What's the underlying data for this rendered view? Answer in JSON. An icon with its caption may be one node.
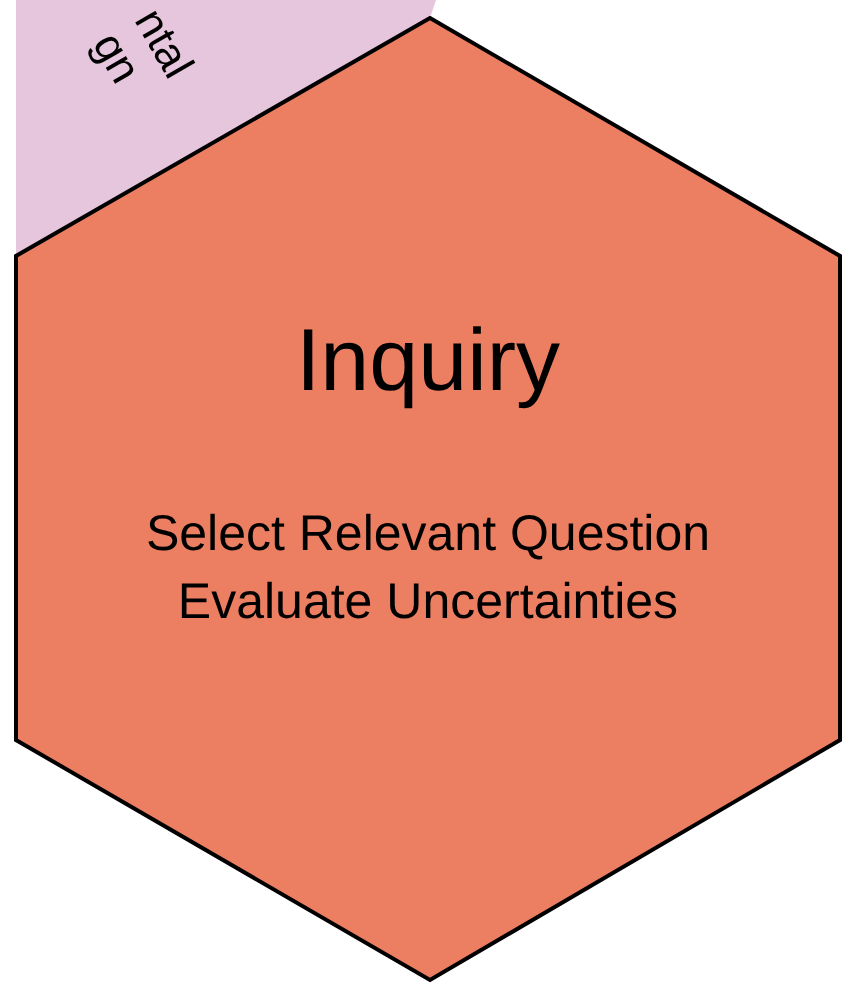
{
  "diagram": {
    "nodes": [
      {
        "text": [
          "ntal gn"
        ]
      },
      {
        "text": [
          "Inquiry",
          "Select Relevant Question Evaluate Uncertainties"
        ]
      }
    ],
    "edges": []
  }
}
